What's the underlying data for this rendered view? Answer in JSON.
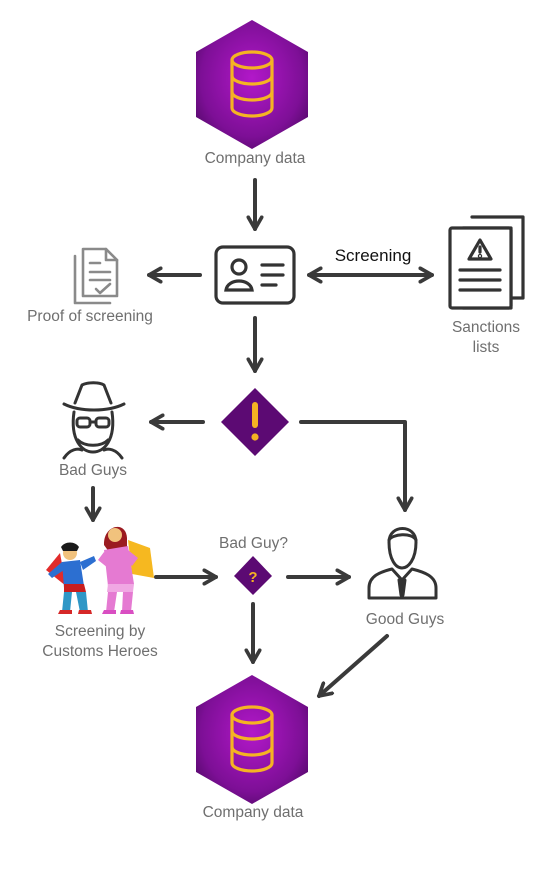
{
  "nodes": {
    "company_data_top": {
      "label": "Company data",
      "icon": "database-icon"
    },
    "id_card": {
      "icon": "id-card-icon"
    },
    "proof": {
      "label": "Proof of screening",
      "icon": "document-check-icon"
    },
    "sanctions": {
      "label_line1": "Sanctions",
      "label_line2": "lists",
      "icon": "warning-documents-icon"
    },
    "alert": {
      "icon": "exclamation-diamond-icon"
    },
    "bad_guys": {
      "label": "Bad Guys",
      "icon": "spy-icon"
    },
    "heroes": {
      "label_line1": "Screening by",
      "label_line2": "Customs Heroes",
      "icon": "superheroes-illustration"
    },
    "bad_guy_question": {
      "label": "Bad Guy?",
      "icon": "question-diamond-icon"
    },
    "good_guys": {
      "label": "Good Guys",
      "icon": "businessman-icon"
    },
    "company_data_bottom": {
      "label": "Company data",
      "icon": "database-icon"
    }
  },
  "edges": {
    "screening_label": "Screening"
  },
  "colors": {
    "purple_dark": "#5c0a73",
    "purple_bright": "#b218c9",
    "gold": "#f5b323",
    "arrow": "#3a3a3a",
    "icon_dark": "#333333",
    "icon_gray": "#8a8a8a"
  }
}
